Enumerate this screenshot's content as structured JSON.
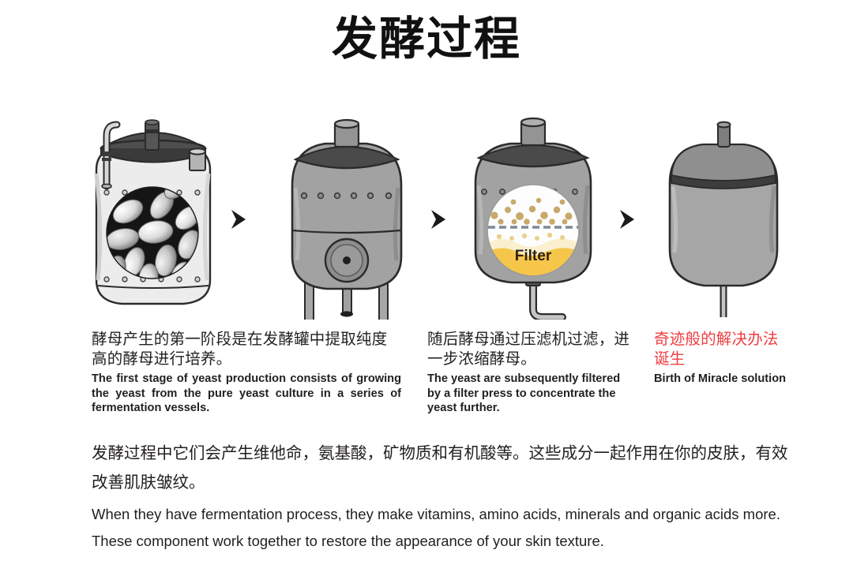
{
  "title": "发酵过程",
  "colors": {
    "title": "#111111",
    "body_text": "#231f20",
    "highlight_red": "#ef3d41",
    "vessel_light": "#ebebeb",
    "vessel_mid": "#9d9d9d",
    "vessel_dark": "#4a4a4a",
    "filter_liquid": "#f5c council",
    "outline": "#2b2b2b"
  },
  "stages": [
    {
      "id": "stage-1",
      "icon": "fermentation-vessel-with-yeast-window",
      "caption_cn": "酵母产生的第一阶段是在发酵罐中提取纯度高的酵母进行培养。",
      "caption_en": "The first stage of yeast production consists of growing the yeast from the pure yeast culture in a series of fermentation vessels.",
      "caption_color": "#231f20"
    },
    {
      "id": "stage-2",
      "icon": "fermentation-tank-on-legs",
      "caption_cn": "",
      "caption_en": "",
      "caption_color": "#231f20"
    },
    {
      "id": "stage-3",
      "icon": "filter-press-vessel",
      "label_inside": "Filter",
      "caption_cn": "随后酵母通过压滤机过滤，进一步浓缩酵母。",
      "caption_en": "The yeast are subsequently filtered by a filter press to concentrate the yeast further.",
      "caption_color": "#231f20"
    },
    {
      "id": "stage-4",
      "icon": "finished-product-tank",
      "caption_cn": "奇迹般的解决办法诞生",
      "caption_en": "Birth of Miracle solution",
      "caption_color": "#ef3d41"
    }
  ],
  "arrows": [
    {
      "glyph": "›",
      "name": "chevron-right-icon"
    },
    {
      "glyph": "›",
      "name": "chevron-right-icon"
    },
    {
      "glyph": "›",
      "name": "chevron-right-icon"
    }
  ],
  "summary": {
    "cn": "发酵过程中它们会产生维他命，氨基酸，矿物质和有机酸等。这些成分一起作用在你的皮肤，有效改善肌肤皱纹。",
    "en_line1": "When they have fermentation process, they make vitamins, amino acids, minerals and organic acids more.",
    "en_line2": "These component work together to restore the appearance of your skin texture."
  }
}
